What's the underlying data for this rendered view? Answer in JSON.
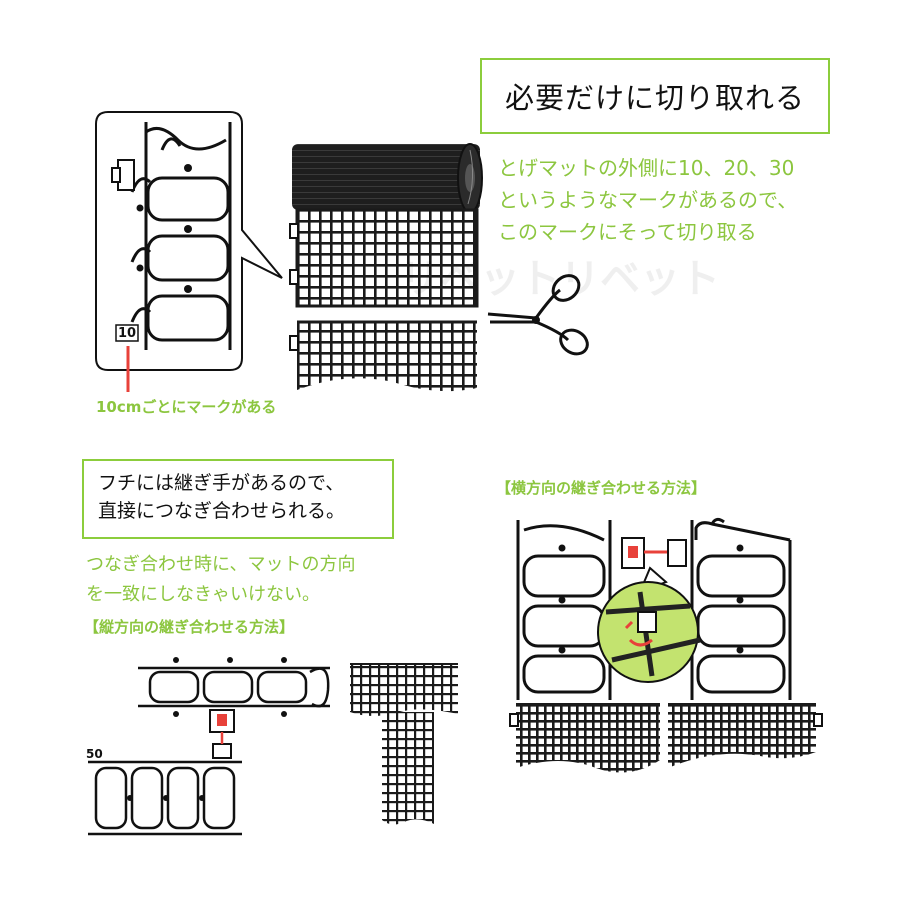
{
  "title": "必要だけに切り取れる",
  "description_lines": [
    "とげマットの外側に10、20、30",
    "というようなマークがあるので、",
    "このマークにそって切り取る"
  ],
  "mark_callout": "10cmごとにマークがある",
  "mark_number": "10",
  "mark_number_partial": "50",
  "joint_box_lines": [
    "フチには継ぎ手があるので、",
    "直接につなぎ合わせられる。"
  ],
  "note_lines": [
    "つなぎ合わせ時に、マットの方向",
    "を一致にしなきゃいけない。"
  ],
  "vertical_heading": "【縦方向の継ぎ合わせる方法】",
  "horizontal_heading": "【横方向の継ぎ合わせる方法】",
  "watermark": "リベットリベット",
  "icons": [
    "scissors-icon",
    "rolled-mat-icon"
  ],
  "colors": {
    "accent_green": "#8cc63f",
    "box_border": "#8ccd3c",
    "marker_red": "#e8413a",
    "zoom_fill": "#c3e36f"
  }
}
